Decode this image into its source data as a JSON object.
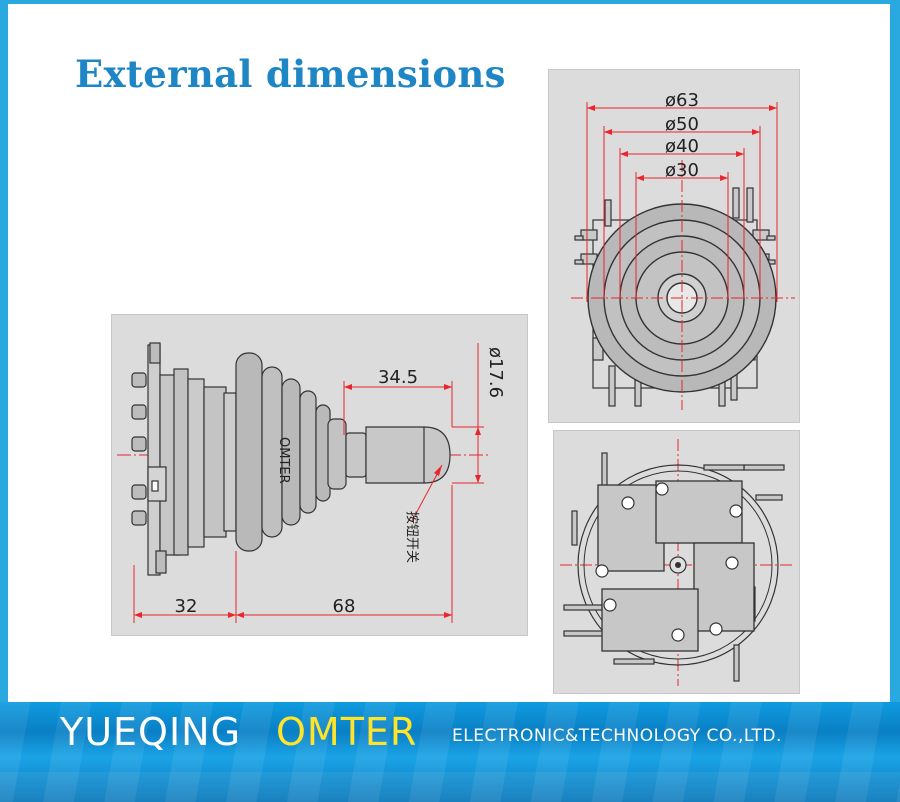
{
  "heading": "External dimensions",
  "side_view": {
    "dims": {
      "d_17_6": "ø17.6",
      "d_34_5": "34.5",
      "d_32": "32",
      "d_68": "68"
    },
    "body_text": "OMTER",
    "callout": "按钮开关"
  },
  "top_view": {
    "dims": {
      "d63": "ø63",
      "d50": "ø50",
      "d40": "ø40",
      "d30": "ø30"
    }
  },
  "footer": {
    "company": "YUEQING",
    "brand": "OMTER",
    "tagline": "ELECTRONIC&TECHNOLOGY  CO.,LTD."
  },
  "colors": {
    "accent": "#1f86c6",
    "dimension_line": "#e8262b",
    "footer": "#0f8fd6",
    "brand_yellow": "#ffe42a"
  }
}
